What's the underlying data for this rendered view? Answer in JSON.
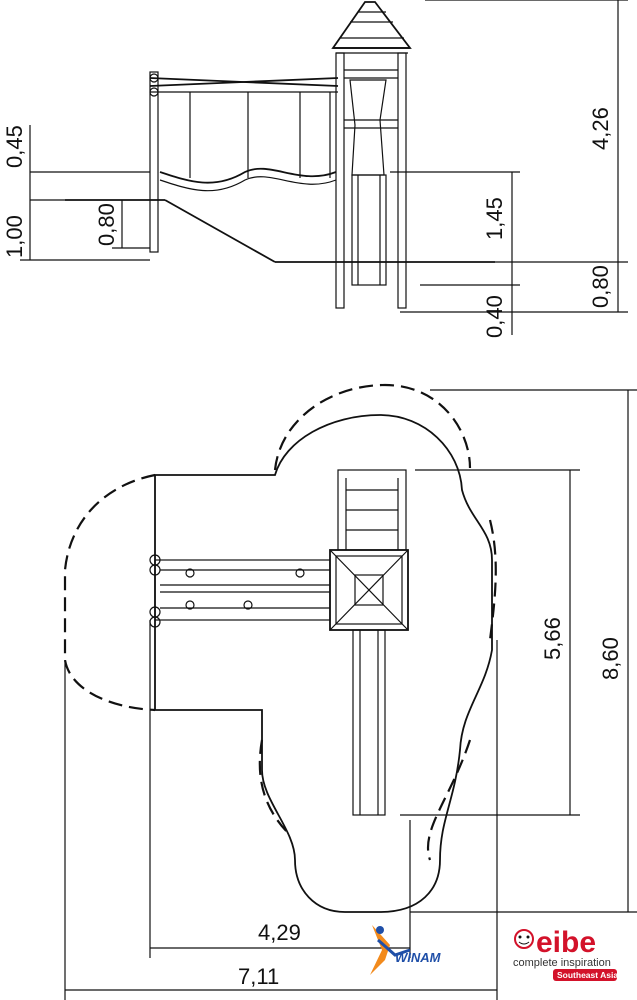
{
  "side_view": {
    "dimensions": {
      "total_height": "4,26",
      "platform_height": "1,45",
      "slope_rise": "0,45",
      "ramp_height": "1,00",
      "step_height": "0,80",
      "foundation_depth_right": "0,80",
      "foundation_depth": "0,40"
    }
  },
  "plan_view": {
    "dimensions": {
      "inner_length": "5,66",
      "total_length": "8,60",
      "inner_width": "4,29",
      "total_width": "7,11"
    }
  },
  "branding": {
    "winam_logo_text": "WINAM",
    "eibe_logo_text": "eibe",
    "tagline": "complete inspiration",
    "region_badge": "Southeast Asia",
    "brand_color": "#d3122a",
    "winam_blue": "#1f4fa8",
    "winam_orange": "#f28a1c"
  }
}
